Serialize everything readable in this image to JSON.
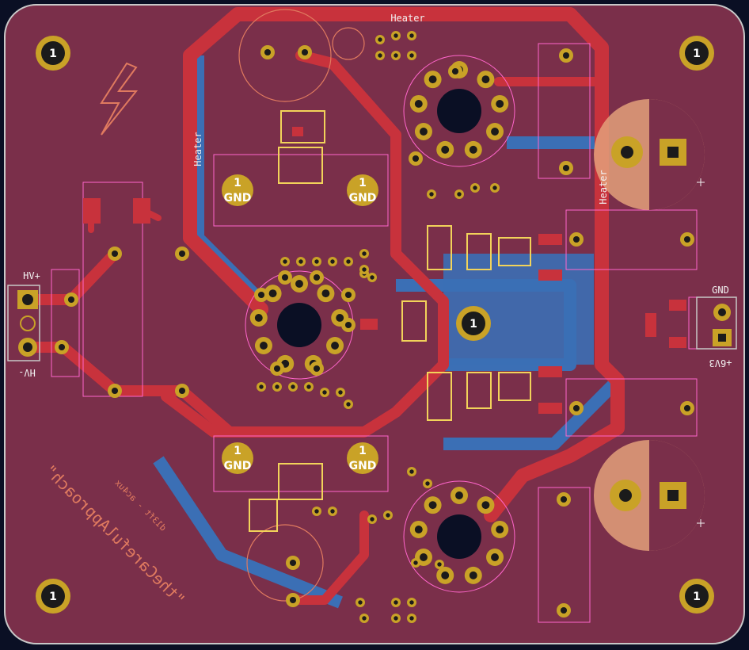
{
  "board": {
    "colors": {
      "background": "#0a0f24",
      "front_copper": "#c8323c",
      "back_copper": "#3b6fb5",
      "board_fill": "#7a2f4a",
      "pad_gold": "#c9a227",
      "silkscreen": "#e07a5f",
      "fab_outline": "#ff66cc",
      "edge": "#c8c8c8",
      "cap_fill": "#e3a07a"
    }
  },
  "labels": {
    "heater_top": "Heater",
    "heater_left": "Heater",
    "heater_right": "Heater",
    "gnd": "GND",
    "hv_plus": "HV+",
    "hv_minus": "HV-",
    "gnd_right": "GND",
    "v6_3": "+6V3",
    "ref_1": "1",
    "credit_main": "\"theCarefulApproach\"",
    "credit_sub": "d13ft - ac4ux"
  },
  "icons": {
    "mounting_hole": "mounting-hole-icon",
    "lightning": "lightning-bolt-icon",
    "polarity": "plus-icon"
  }
}
